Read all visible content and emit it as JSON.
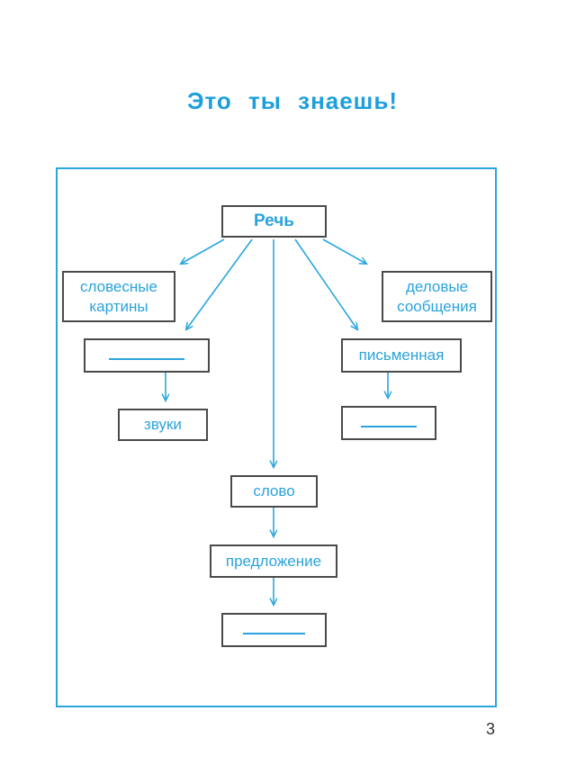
{
  "page": {
    "title": "Это ты знаешь!",
    "page_number": "3"
  },
  "colors": {
    "accent_blue": "#2aa6de",
    "title_blue": "#1d9fdb",
    "box_border_gray": "#4a4a4a",
    "page_number_color": "#333333"
  },
  "diagram": {
    "description": "Схема: виды и единицы речи (flowchart about speech)",
    "nodes": {
      "rech": {
        "label": "Речь"
      },
      "slovesnye": {
        "label": "словесные картины"
      },
      "delovye": {
        "label": "деловые сообщения"
      },
      "blank_left": {
        "label": ""
      },
      "pismennaya": {
        "label": "письменная"
      },
      "zvuki": {
        "label": "звуки"
      },
      "blank_right": {
        "label": ""
      },
      "slovo": {
        "label": "слово"
      },
      "predlozhenie": {
        "label": "предложение"
      },
      "blank_bottom": {
        "label": ""
      }
    },
    "edges": [
      {
        "from": "rech",
        "to": "slovesnye"
      },
      {
        "from": "rech",
        "to": "delovye"
      },
      {
        "from": "rech",
        "to": "blank_left"
      },
      {
        "from": "rech",
        "to": "pismennaya"
      },
      {
        "from": "rech",
        "to": "slovo"
      },
      {
        "from": "blank_left",
        "to": "zvuki"
      },
      {
        "from": "pismennaya",
        "to": "blank_right"
      },
      {
        "from": "slovo",
        "to": "predlozhenie"
      },
      {
        "from": "predlozhenie",
        "to": "blank_bottom"
      }
    ]
  }
}
